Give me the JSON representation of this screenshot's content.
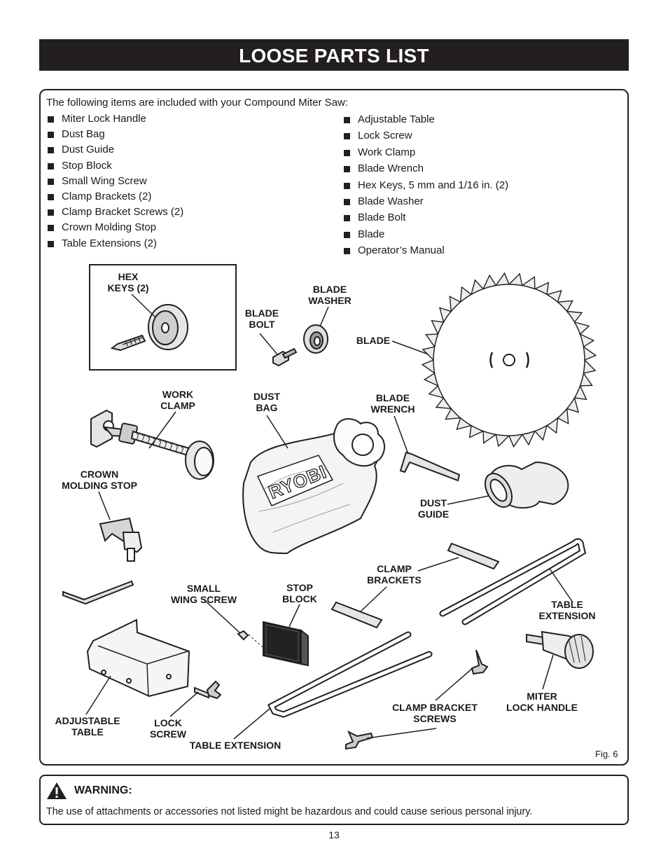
{
  "title": "LOOSE PARTS LIST",
  "intro": "The following items are included with your Compound Miter Saw:",
  "parts_left": [
    "Miter Lock Handle",
    "Dust Bag",
    "Dust Guide",
    "Stop Block",
    "Small Wing Screw",
    "Clamp Brackets (2)",
    "Clamp Bracket Screws (2)",
    "Crown Molding Stop",
    "Table Extensions (2)"
  ],
  "parts_right": [
    "Adjustable Table",
    "Lock Screw",
    "Work Clamp",
    "Blade Wrench",
    "Hex Keys, 5 mm and 1/16 in. (2)",
    "Blade Washer",
    "Blade Bolt",
    "Blade",
    "Operator’s Manual"
  ],
  "figure": {
    "labels": {
      "hex_keys": "HEX\nKEYS (2)",
      "blade_bolt": "BLADE\nBOLT",
      "blade_washer": "BLADE\nWASHER",
      "blade": "BLADE",
      "work_clamp": "WORK\nCLAMP",
      "dust_bag": "DUST\nBAG",
      "blade_wrench": "BLADE\nWRENCH",
      "crown_molding_stop": "CROWN\nMOLDING STOP",
      "dust_guide": "DUST\nGUIDE",
      "clamp_brackets": "CLAMP\nBRACKETS",
      "small_wing_screw": "SMALL\nWING SCREW",
      "stop_block": "STOP\nBLOCK",
      "table_extension_right": "TABLE\nEXTENSION",
      "miter_lock_handle": "MITER\nLOCK HANDLE",
      "clamp_bracket_screws": "CLAMP BRACKET\nSCREWS",
      "adjustable_table": "ADJUSTABLE\nTABLE",
      "lock_screw": "LOCK\nSCREW",
      "table_extension_bottom": "TABLE EXTENSION"
    },
    "bag_brand": "RYOBI",
    "fig_number": "Fig. 6"
  },
  "warning": {
    "title": "WARNING:",
    "text": "The use of attachments or accessories not listed might be hazardous and could cause serious personal injury."
  },
  "page_number": "13"
}
